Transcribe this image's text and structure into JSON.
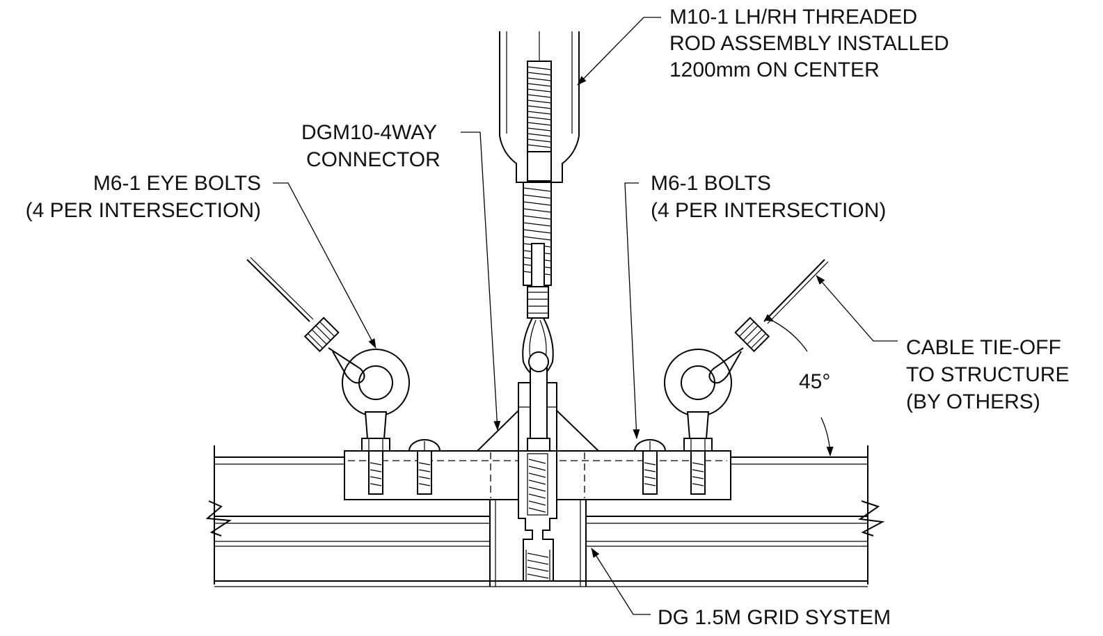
{
  "callouts": {
    "threaded_rod": [
      "M10-1 LH/RH THREADED",
      "ROD ASSEMBLY INSTALLED",
      "1200mm ON CENTER"
    ],
    "connector": [
      "DGM10-4WAY",
      "CONNECTOR"
    ],
    "eye_bolts": [
      "M6-1 EYE BOLTS",
      "(4 PER INTERSECTION)"
    ],
    "bolts": [
      "M6-1 BOLTS",
      "(4 PER INTERSECTION)"
    ],
    "cable_tie_off": [
      "CABLE TIE-OFF",
      "TO STRUCTURE",
      "(BY OTHERS)"
    ],
    "angle": "45°",
    "grid_system": "DG 1.5M GRID SYSTEM"
  },
  "colors": {
    "line": "#000000",
    "background": "#ffffff"
  }
}
